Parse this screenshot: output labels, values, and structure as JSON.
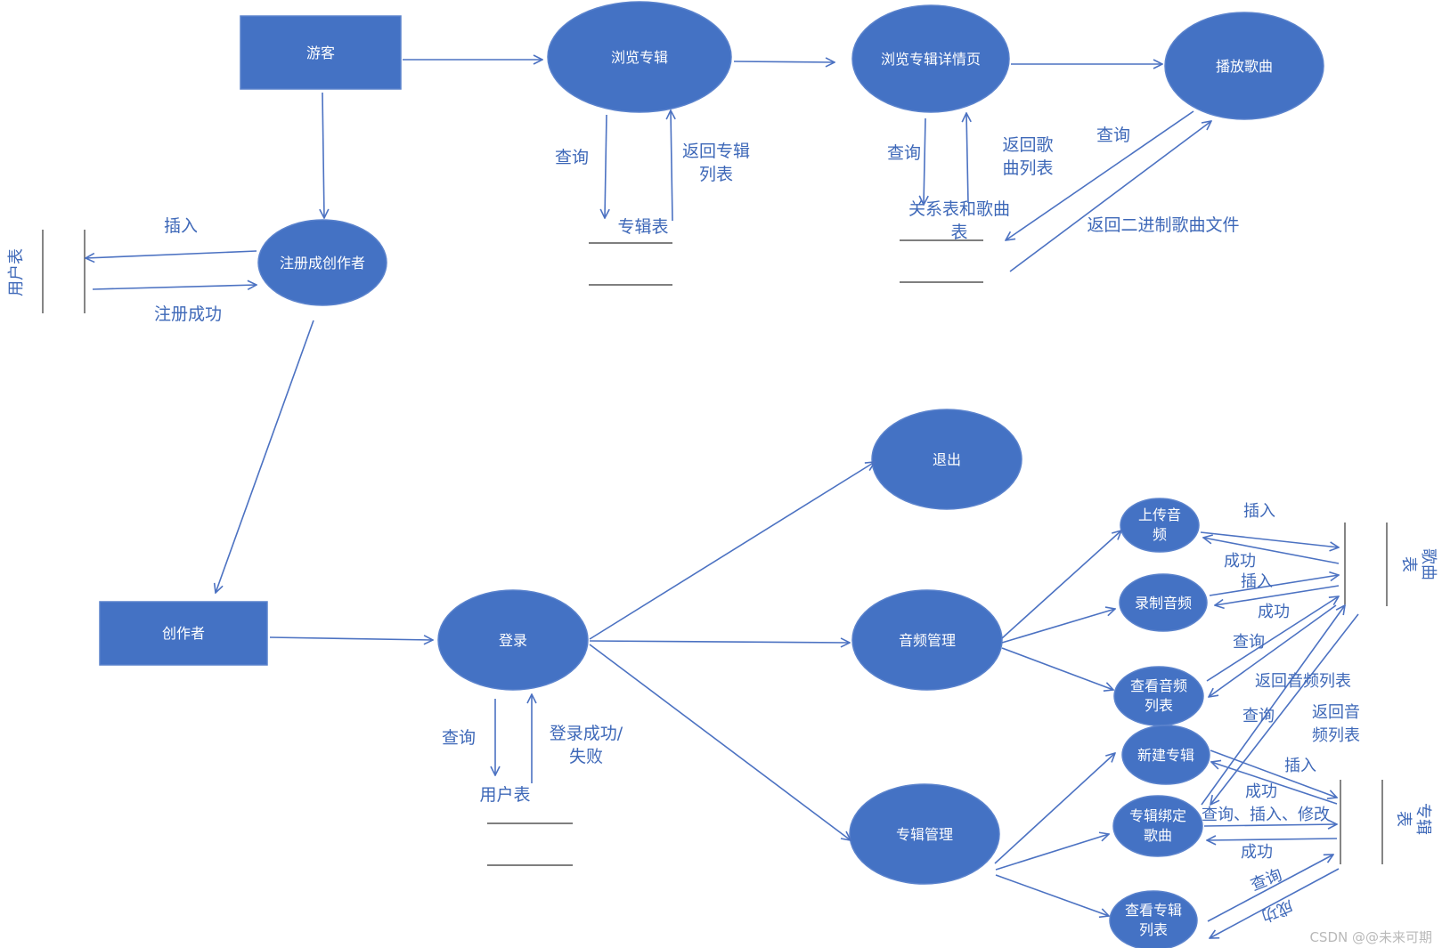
{
  "nodes": {
    "guest": "游客",
    "browse_album": "浏览专辑",
    "album_detail": "浏览专辑详情页",
    "play_song": "播放歌曲",
    "register": "注册成创作者",
    "creator": "创作者",
    "login": "登录",
    "logout": "退出",
    "audio_mgmt": "音频管理",
    "album_mgmt": "专辑管理",
    "upload_audio": [
      "上传音",
      "频"
    ],
    "record_audio": "录制音频",
    "view_audio_list": [
      "查看音频",
      "列表"
    ],
    "new_album": "新建专辑",
    "bind_song": [
      "专辑绑定",
      "歌曲"
    ],
    "view_album_list": [
      "查看专辑",
      "列表"
    ]
  },
  "stores": {
    "user_table_left": "用户表",
    "album_table_top": "专辑表",
    "relation_song_table": [
      "关系表和歌曲",
      "表"
    ],
    "user_table_bottom": "用户表",
    "song_table": [
      "歌曲",
      "表"
    ],
    "album_table_right": [
      "专辑",
      "表"
    ]
  },
  "flows": {
    "insert_1": "插入",
    "register_ok": "注册成功",
    "query_1": "查询",
    "return_album_list": [
      "返回专辑",
      "列表"
    ],
    "query_2": "查询",
    "return_song_list": [
      "返回歌",
      "曲列表"
    ],
    "query_3": "查询",
    "return_binary_song": "返回二进制歌曲文件",
    "query_login": "查询",
    "login_result": [
      "登录成功/",
      "失败"
    ],
    "upload_insert": "插入",
    "upload_ok": "成功",
    "record_insert": "插入",
    "record_ok": "成功",
    "audio_list_query": "查询",
    "return_audio_list": "返回音频列表",
    "bind_query": "查询",
    "return_audio_list_2": [
      "返回音",
      "频列表"
    ],
    "newalbum_insert": "插入",
    "newalbum_ok": "成功",
    "bind_ops": "查询、插入、修改",
    "bind_ok": "成功",
    "viewalbum_query": "查询",
    "viewalbum_ok": "成功"
  },
  "watermark": "CSDN @@未来可期",
  "colors": {
    "node_fill": "#4472c4",
    "line": "#4c72c2",
    "label": "#3e68b8"
  }
}
